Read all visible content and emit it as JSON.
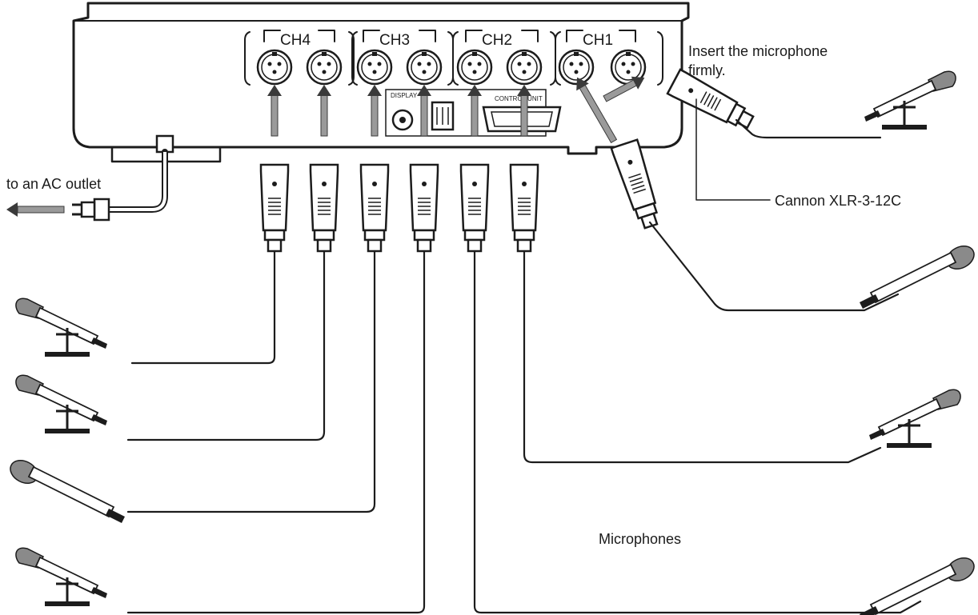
{
  "device": {
    "channels": [
      {
        "label": "CH4"
      },
      {
        "label": "CH3"
      },
      {
        "label": "CH2"
      },
      {
        "label": "CH1"
      }
    ],
    "display_label": "DISPLAY",
    "control_unit_label": "CONTROL UNIT"
  },
  "labels": {
    "ac_outlet": "to an AC outlet",
    "insert_line1": "Insert the microphone",
    "insert_line2": "firmly.",
    "connector_model": "Cannon XLR-3-12C",
    "microphones": "Microphones"
  },
  "colors": {
    "ink": "#1c1c1c",
    "device_body": "#f4f4f4",
    "arrow_fill": "#9a9a9a",
    "mic_head": "#8a8a8a"
  },
  "icons": [
    "xlr-jack-icon",
    "xlr-plug-icon",
    "microphone-icon",
    "ac-plug-icon",
    "arrow-icon"
  ]
}
